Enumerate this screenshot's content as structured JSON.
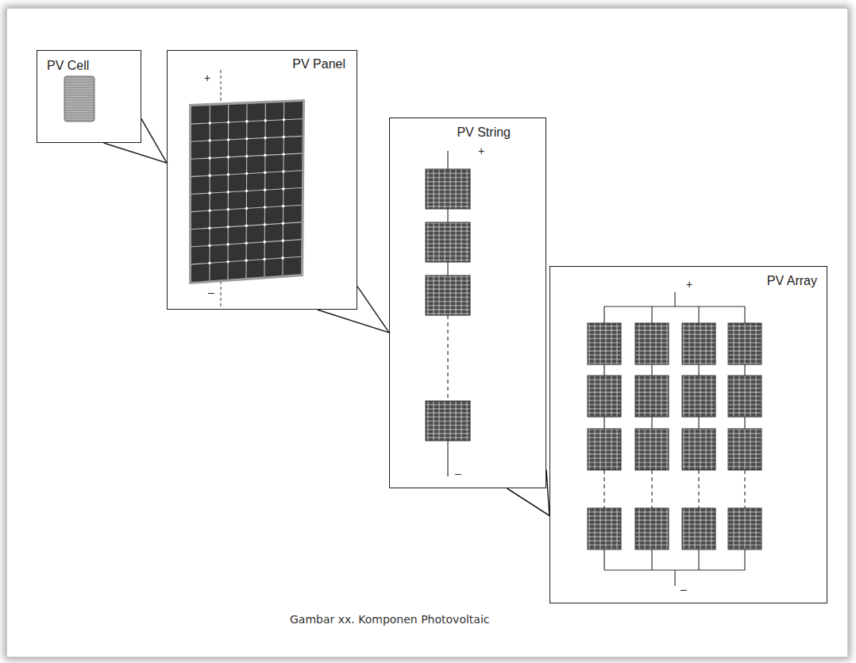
{
  "diagram": {
    "caption": "Gambar xx. Komponen Photovoltaic",
    "nodes": [
      {
        "text": [
          "PV Cell"
        ]
      },
      {
        "text": [
          "PV Panel"
        ]
      },
      {
        "text": [
          "PV String"
        ]
      },
      {
        "text": [
          "PV Array"
        ]
      }
    ],
    "edges": [
      {
        "from": 0,
        "to": 1,
        "arrow": "none"
      },
      {
        "from": 1,
        "to": 2,
        "arrow": "none"
      },
      {
        "from": 2,
        "to": 3,
        "arrow": "none"
      }
    ],
    "labels": [
      "+",
      "–",
      "+",
      "–",
      "+",
      "–"
    ]
  }
}
